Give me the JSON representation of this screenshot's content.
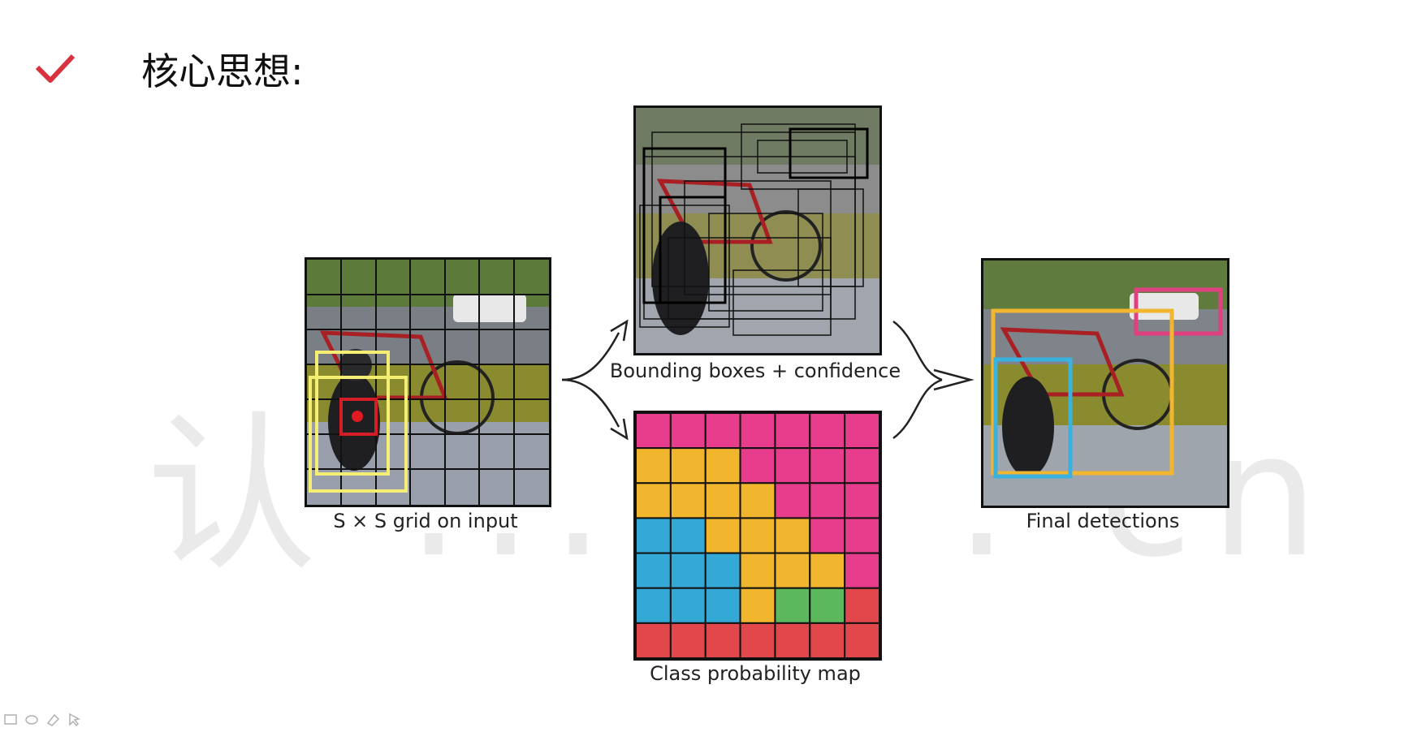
{
  "slide": {
    "title": "核心思想:",
    "check_icon": "checkmark-icon",
    "accent_color": "#d9323f"
  },
  "watermark": {
    "text": "认 ... ai . cn"
  },
  "panels": {
    "input_caption": "S × S grid on input",
    "boxes_caption": "Bounding boxes + confidence",
    "class_caption": "Class probability map",
    "final_caption": "Final detections"
  },
  "class_map": {
    "colors": {
      "pink": "#e83d8c",
      "yellow": "#f1b62d",
      "blue": "#35a9d6",
      "green": "#5cb85c",
      "red": "#e2474c"
    },
    "rows": [
      [
        "pink",
        "pink",
        "pink",
        "pink",
        "pink",
        "pink",
        "pink"
      ],
      [
        "yellow",
        "yellow",
        "yellow",
        "pink",
        "pink",
        "pink",
        "pink"
      ],
      [
        "yellow",
        "yellow",
        "yellow",
        "yellow",
        "pink",
        "pink",
        "pink"
      ],
      [
        "blue",
        "blue",
        "yellow",
        "yellow",
        "yellow",
        "pink",
        "pink"
      ],
      [
        "blue",
        "blue",
        "blue",
        "yellow",
        "yellow",
        "yellow",
        "pink"
      ],
      [
        "blue",
        "blue",
        "blue",
        "yellow",
        "green",
        "green",
        "red"
      ],
      [
        "red",
        "red",
        "red",
        "red",
        "red",
        "red",
        "red"
      ]
    ]
  },
  "detections": {
    "dog_color": "#3ab2e0",
    "bicycle_color": "#f2b530",
    "car_color": "#e0407f"
  },
  "toolbar": [
    "slides-icon",
    "pen-icon",
    "eraser-icon",
    "pointer-icon"
  ]
}
